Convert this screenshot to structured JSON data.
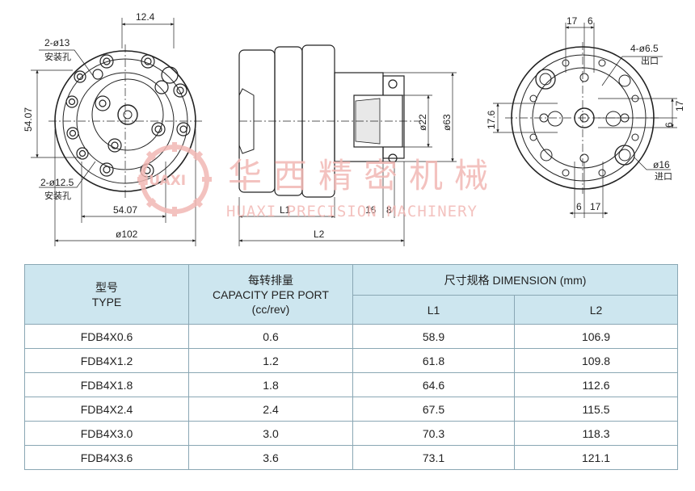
{
  "drawing": {
    "front_view": {
      "top_dim": "12.4",
      "hole_label_1": "2-ø13",
      "hole_label_1_cn": "安装孔",
      "left_dim": "54.07",
      "hole_label_2": "2-ø12.5",
      "hole_label_2_cn": "安装孔",
      "bottom_dim": "54.07",
      "diameter": "ø102"
    },
    "side_view": {
      "dia_22": "ø22",
      "dia_63": "ø63",
      "l1": "L1",
      "l2": "L2",
      "dim_16": "16",
      "dim_8": "8"
    },
    "rear_view": {
      "top_dim_a": "17",
      "top_dim_b": "6",
      "outlet_label": "4-ø6.5",
      "outlet_cn": "出口",
      "right_dim_a": "17",
      "right_dim_b": "6",
      "left_dim": "17.6",
      "inlet_label": "ø16",
      "inlet_cn": "进口",
      "bottom_dim_a": "6",
      "bottom_dim_b": "17"
    },
    "watermark": {
      "company_cn": "华西精密机械",
      "company_en": "HUAXI PRECISION MACHINERY",
      "logo_text": "HUAXI"
    }
  },
  "table": {
    "headers": {
      "type_cn": "型号",
      "type_en": "TYPE",
      "capacity_cn": "每转排量",
      "capacity_en": "CAPACITY  PER PORT",
      "capacity_unit": "(cc/rev)",
      "dimension": "尺寸规格 DIMENSION  (mm)",
      "l1": "L1",
      "l2": "L2"
    },
    "rows": [
      {
        "type": "FDB4X0.6",
        "capacity": "0.6",
        "l1": "58.9",
        "l2": "106.9"
      },
      {
        "type": "FDB4X1.2",
        "capacity": "1.2",
        "l1": "61.8",
        "l2": "109.8"
      },
      {
        "type": "FDB4X1.8",
        "capacity": "1.8",
        "l1": "64.6",
        "l2": "112.6"
      },
      {
        "type": "FDB4X2.4",
        "capacity": "2.4",
        "l1": "67.5",
        "l2": "115.5"
      },
      {
        "type": "FDB4X3.0",
        "capacity": "3.0",
        "l1": "70.3",
        "l2": "118.3"
      },
      {
        "type": "FDB4X3.6",
        "capacity": "3.6",
        "l1": "73.1",
        "l2": "121.1"
      }
    ]
  }
}
